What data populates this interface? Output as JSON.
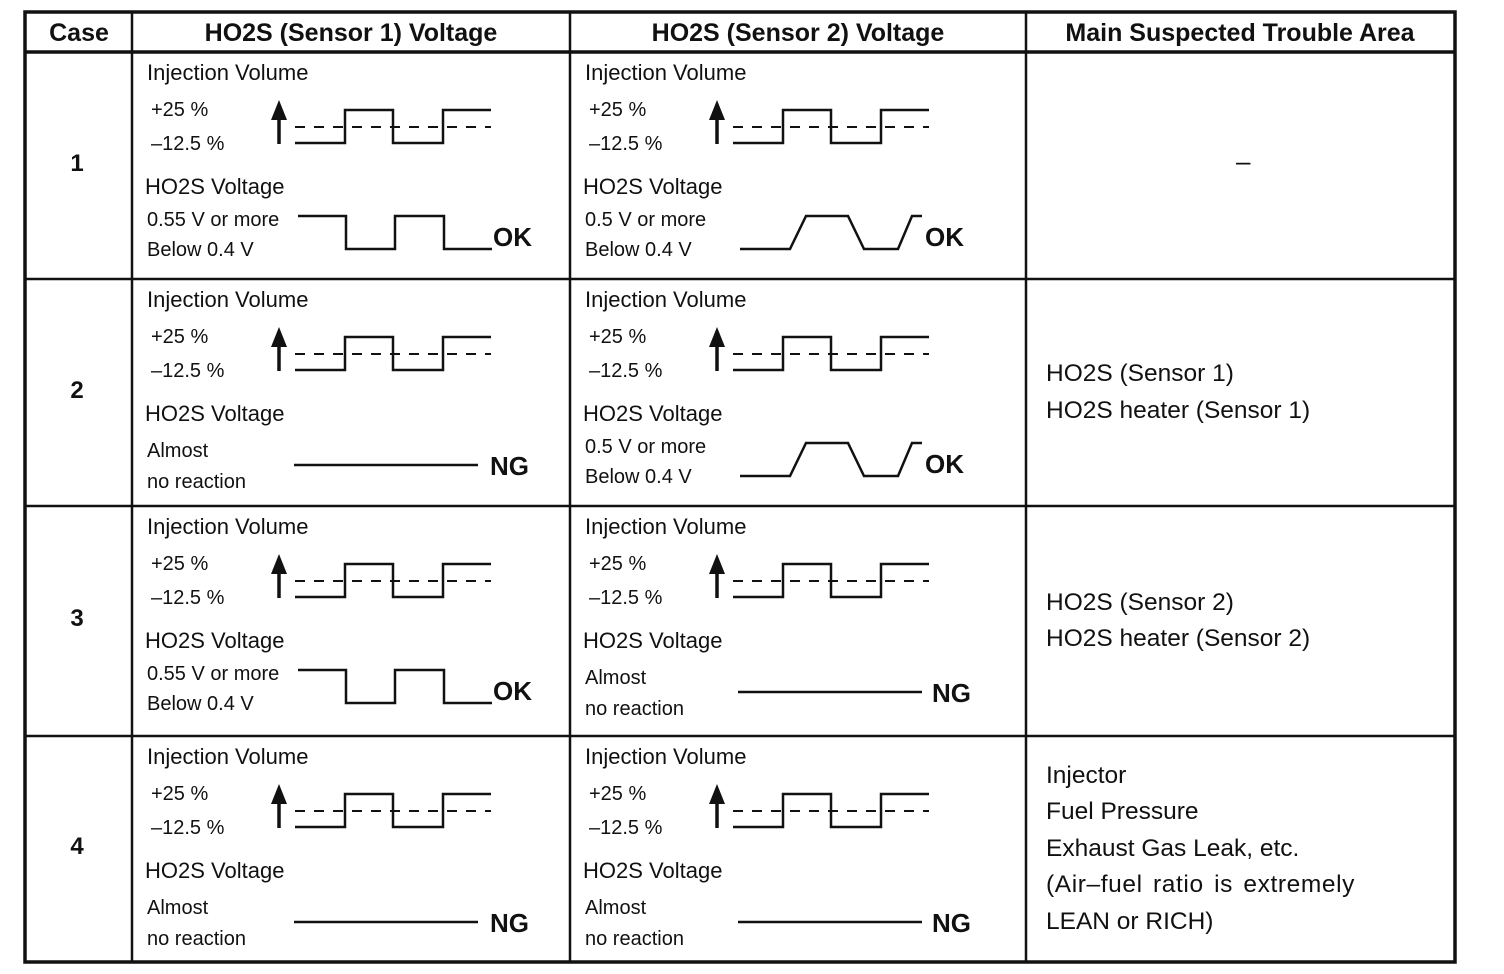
{
  "table": {
    "headers": {
      "case": "Case",
      "sensor1": "HO2S (Sensor 1) Voltage",
      "sensor2": "HO2S (Sensor 2) Voltage",
      "area": "Main Suspected Trouble Area"
    },
    "labels": {
      "injection_volume": "Injection Volume",
      "plus": "+25 %",
      "minus": "–12.5 %",
      "ho2s_voltage": "HO2S Voltage",
      "s1_high": "0.55 V or more",
      "s2_high": "0.5 V or more",
      "low": "Below 0.4 V",
      "almost": "Almost",
      "no_reaction": "no reaction"
    },
    "cases": [
      {
        "number": "1",
        "sensor1_result": "OK",
        "sensor2_result": "OK",
        "trouble_area": [
          "–"
        ]
      },
      {
        "number": "2",
        "sensor1_result": "NG",
        "sensor2_result": "OK",
        "trouble_area": [
          "HO2S (Sensor 1)",
          "HO2S heater (Sensor 1)"
        ]
      },
      {
        "number": "3",
        "sensor1_result": "OK",
        "sensor2_result": "NG",
        "trouble_area": [
          "HO2S (Sensor 2)",
          "HO2S heater (Sensor 2)"
        ]
      },
      {
        "number": "4",
        "sensor1_result": "NG",
        "sensor2_result": "NG",
        "trouble_area": [
          "Injector",
          "Fuel Pressure",
          "Exhaust Gas Leak, etc.",
          "(Air–fuel ratio is extremely",
          "LEAN or RICH)"
        ]
      }
    ]
  }
}
